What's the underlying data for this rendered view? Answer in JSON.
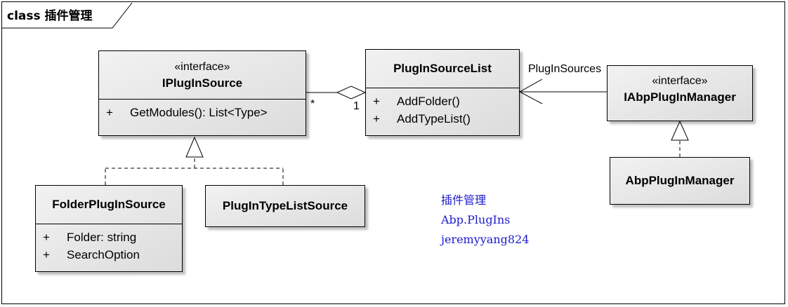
{
  "diagram": {
    "frame_label": "class 插件管理"
  },
  "classes": {
    "iplugin_source": {
      "stereotype": "«interface»",
      "name": "IPlugInSource",
      "members": [
        {
          "visibility": "+",
          "text": "GetModules(): List<Type>"
        }
      ]
    },
    "plugin_source_list": {
      "name": "PlugInSourceList",
      "members": [
        {
          "visibility": "+",
          "text": "AddFolder()"
        },
        {
          "visibility": "+",
          "text": "AddTypeList()"
        }
      ]
    },
    "iabp_plugin_manager": {
      "stereotype": "«interface»",
      "name": "IAbpPlugInManager"
    },
    "abp_plugin_manager": {
      "name": "AbpPlugInManager"
    },
    "folder_plugin_source": {
      "name": "FolderPlugInSource",
      "members": [
        {
          "visibility": "+",
          "text": "Folder: string"
        },
        {
          "visibility": "+",
          "text": "SearchOption"
        }
      ]
    },
    "plugin_typelist_source": {
      "name": "PlugInTypeListSource"
    }
  },
  "associations": {
    "aggregation_multiplicity_many": "*",
    "aggregation_multiplicity_one": "1",
    "plugin_sources_role": "PlugInSources"
  },
  "note": {
    "lines": [
      "插件管理",
      "Abp.PlugIns",
      "jeremyyang824"
    ],
    "color": "#1a1acc"
  }
}
